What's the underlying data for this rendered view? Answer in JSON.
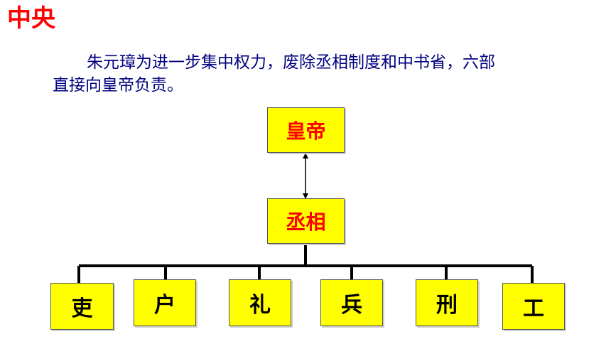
{
  "heading": "中央",
  "paragraph": {
    "line1": "朱元璋为进一步集中权力，废除丞相制度和中书省，六部",
    "line2": "直接向皇帝负责。"
  },
  "chart": {
    "emperor": "皇帝",
    "chancellor": "丞相",
    "ministries": [
      "吏",
      "户",
      "礼",
      "兵",
      "刑",
      "工"
    ]
  },
  "colors": {
    "box_fill": "#ffff00",
    "top_box_text": "#ff0000",
    "ministry_text": "#000000",
    "paragraph_text": "#000080",
    "connector": "#000000"
  }
}
